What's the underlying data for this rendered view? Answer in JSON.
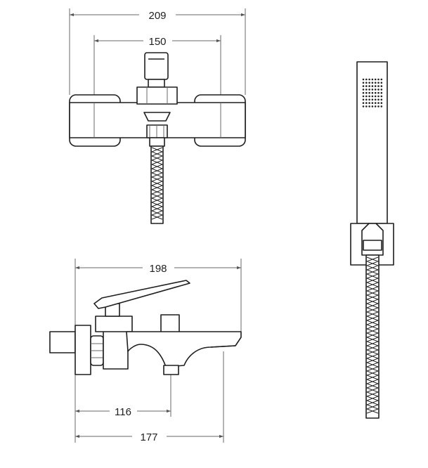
{
  "dimensions": {
    "top_overall_width": "209",
    "top_inlet_spacing": "150",
    "side_overall_length": "198",
    "side_outlet_distance": "116",
    "side_spout_distance": "177"
  }
}
